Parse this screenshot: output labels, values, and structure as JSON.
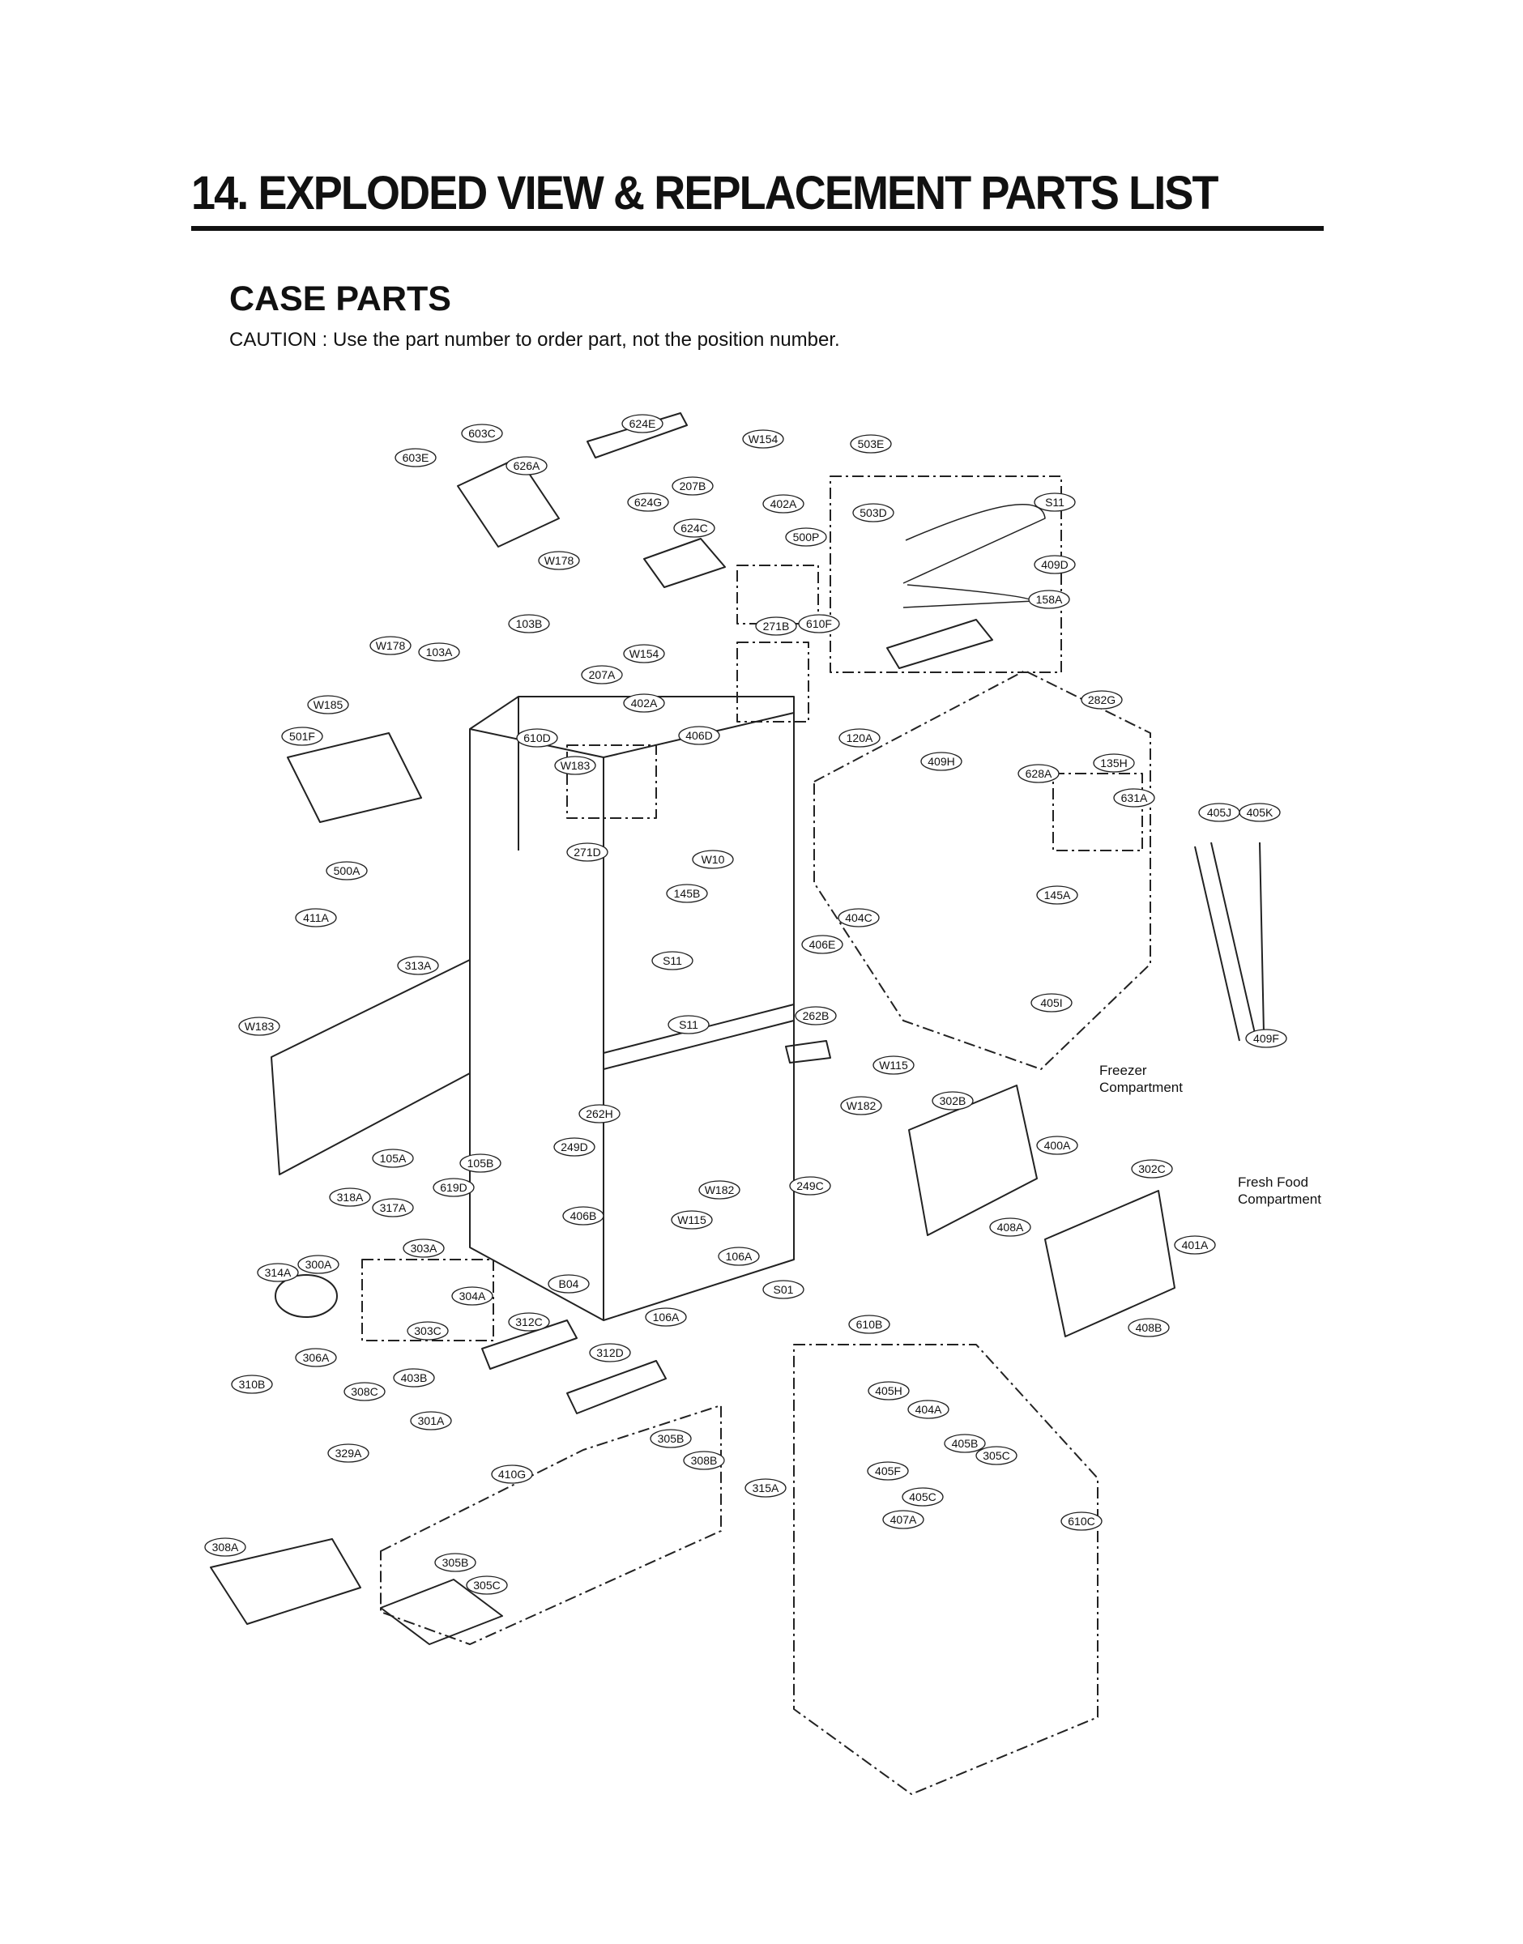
{
  "header": {
    "title": "14. EXPLODED VIEW & REPLACEMENT PARTS LIST",
    "section": "CASE PARTS",
    "caution": "CAUTION : Use the part number to order part, not the position number."
  },
  "compartments": {
    "freezer": [
      "Freezer",
      "Compartment"
    ],
    "fresh_food": [
      "Fresh Food",
      "Compartment"
    ]
  },
  "callouts": [
    "603C",
    "603E",
    "626A",
    "624E",
    "W154",
    "503E",
    "207B",
    "624G",
    "402A",
    "624C",
    "500P",
    "503D",
    "S11",
    "409D",
    "158A",
    "W178",
    "103B",
    "271B",
    "610F",
    "W178",
    "103A",
    "W154",
    "207A",
    "402A",
    "282G",
    "W185",
    "501F",
    "610D",
    "W183",
    "406D",
    "120A",
    "409H",
    "628A",
    "135H",
    "631A",
    "405J",
    "405K",
    "271D",
    "W10",
    "500A",
    "145B",
    "406E",
    "404C",
    "145A",
    "411A",
    "S11",
    "313A",
    "405I",
    "262B",
    "W183",
    "S11",
    "409F",
    "W115",
    "W182",
    "302B",
    "262H",
    "249D",
    "105A",
    "105B",
    "W182",
    "249C",
    "400A",
    "302C",
    "318A",
    "317A",
    "619D",
    "406B",
    "W115",
    "408A",
    "401A",
    "303A",
    "106A",
    "314A",
    "300A",
    "304A",
    "B04",
    "S01",
    "312C",
    "106A",
    "303C",
    "610B",
    "408B",
    "306A",
    "312D",
    "310B",
    "403B",
    "405H",
    "308C",
    "404A",
    "301A",
    "305B",
    "405B",
    "329A",
    "308B",
    "305C",
    "405F",
    "410G",
    "315A",
    "405C",
    "407A",
    "610C",
    "308A",
    "305B",
    "305C"
  ]
}
